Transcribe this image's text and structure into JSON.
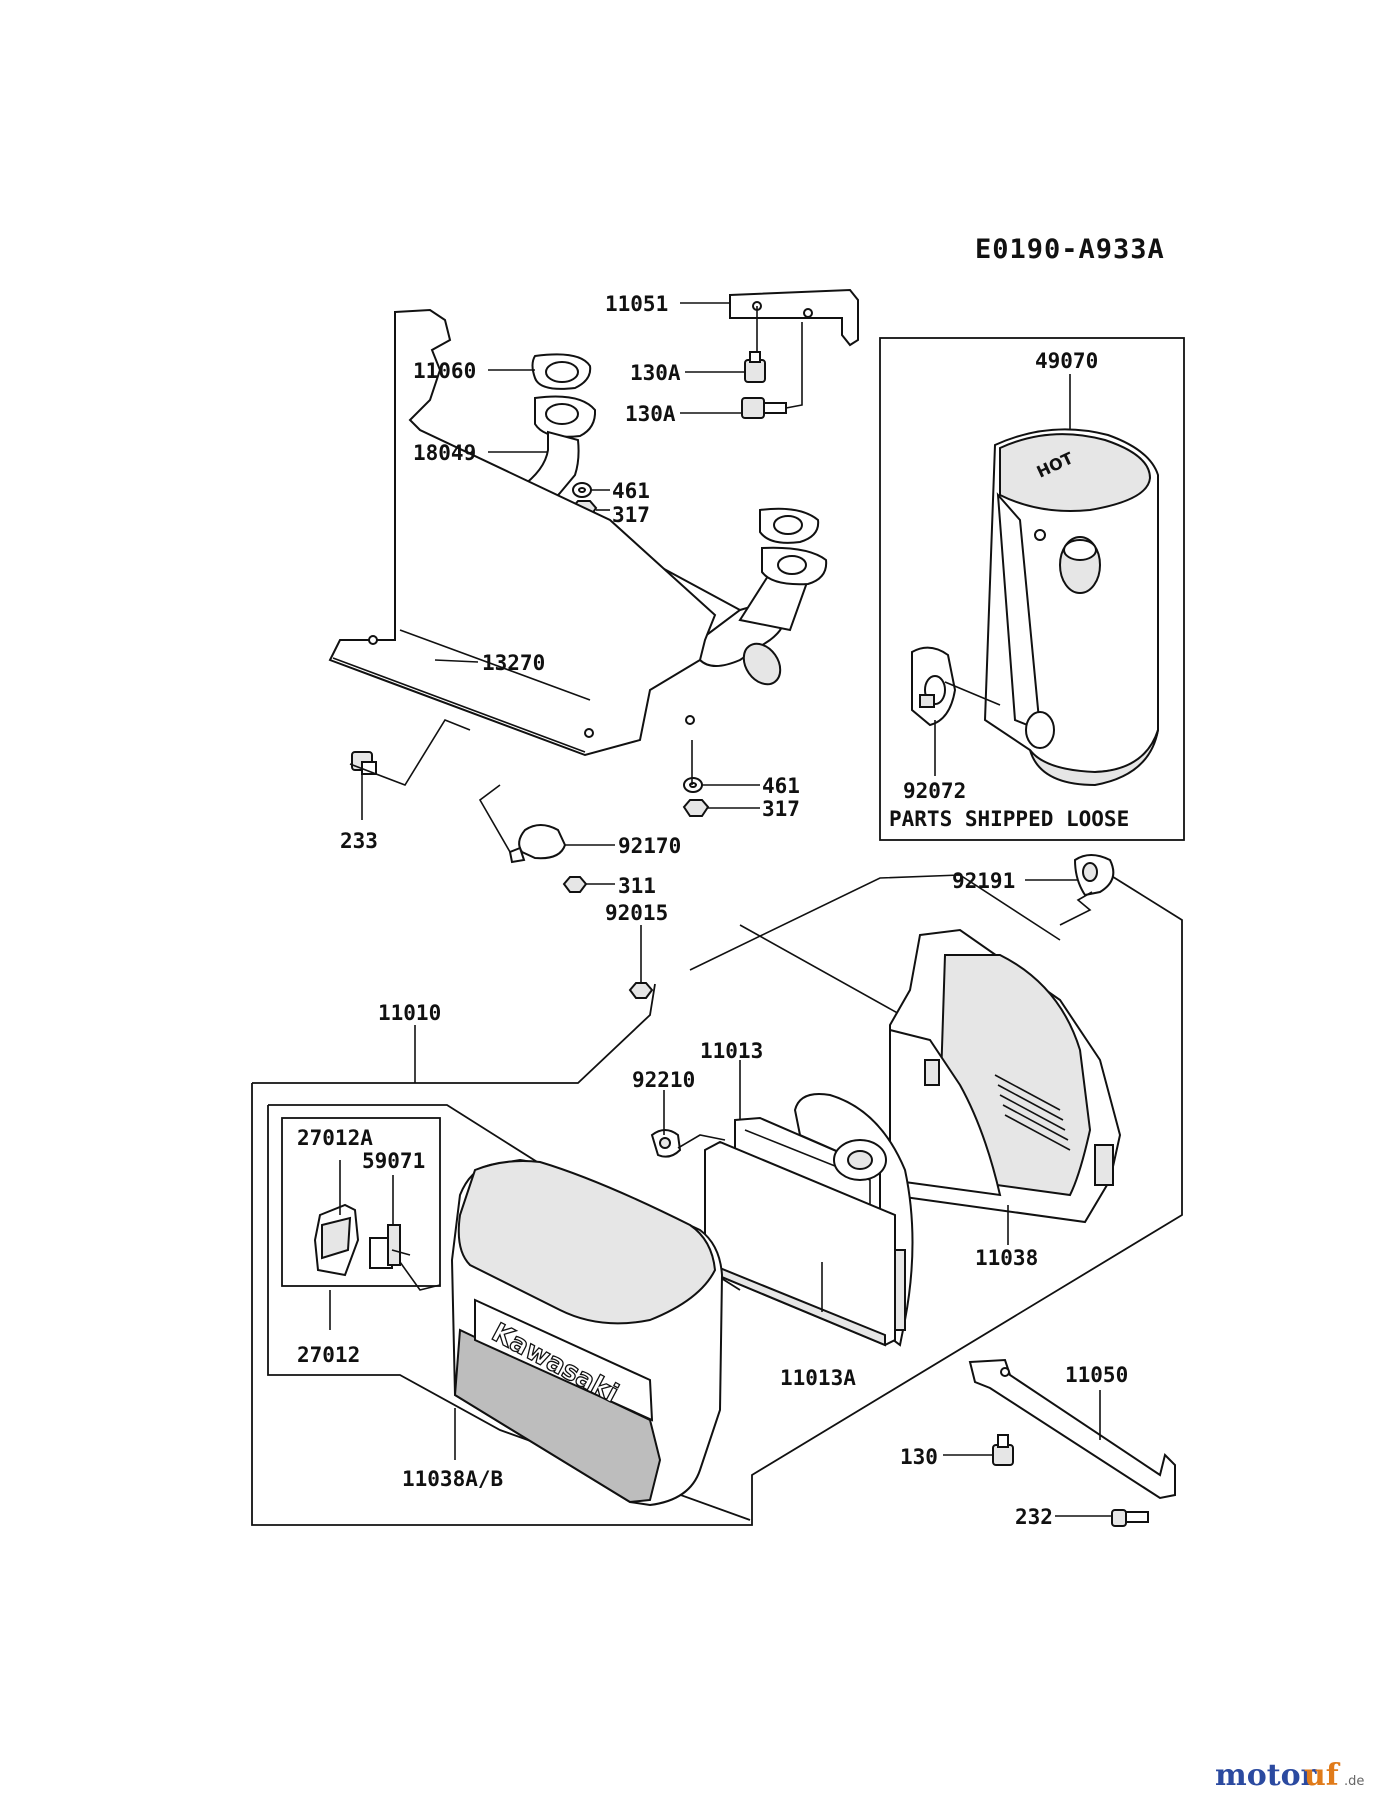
{
  "diagram_code": "E0190-A933A",
  "note": "PARTS SHIPPED LOOSE",
  "watermark": {
    "brand_a": "motor",
    "brand_b": "uf",
    "suffix": ".de"
  },
  "labels": {
    "p11051": "11051",
    "p11060": "11060",
    "p130A_1": "130A",
    "p130A_2": "130A",
    "p18049": "18049",
    "p461_1": "461",
    "p317_1": "317",
    "p13270": "13270",
    "p233": "233",
    "p461_2": "461",
    "p317_2": "317",
    "p92170": "92170",
    "p311": "311",
    "p92015": "92015",
    "p49070": "49070",
    "p92072": "92072",
    "p92191": "92191",
    "p11010": "11010",
    "p11013": "11013",
    "p92210": "92210",
    "p27012A": "27012A",
    "p59071": "59071",
    "p11038": "11038",
    "p27012": "27012",
    "p11013A": "11013A",
    "p11050": "11050",
    "p11038AB": "11038A/B",
    "p130": "130",
    "p232": "232"
  },
  "cover_brand": "Kawasaki",
  "muffler_marking": "HOT"
}
